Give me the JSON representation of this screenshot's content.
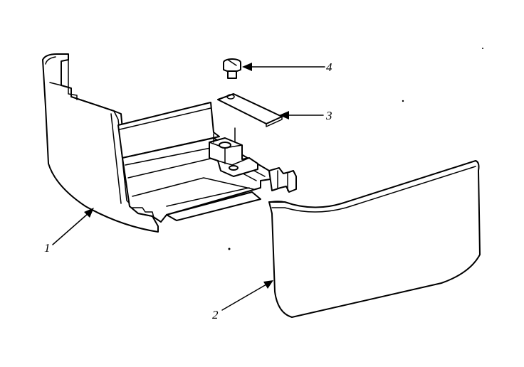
{
  "callouts": [
    {
      "id": "part-1",
      "label": "1"
    },
    {
      "id": "part-2",
      "label": "2"
    },
    {
      "id": "part-3",
      "label": "3"
    },
    {
      "id": "part-4",
      "label": "4"
    }
  ],
  "colors": {
    "ink": "#000000",
    "paper": "#ffffff"
  }
}
